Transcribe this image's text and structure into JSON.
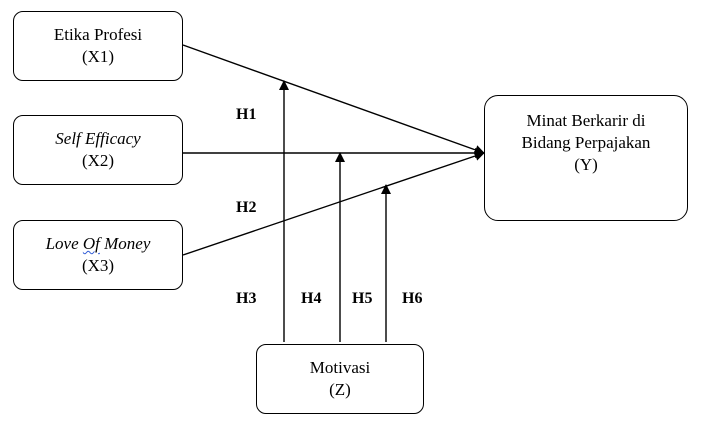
{
  "nodes": {
    "x1": {
      "name": "Etika Profesi",
      "code": "(X1)"
    },
    "x2": {
      "name": "Self Efficacy",
      "code": "(X2)"
    },
    "x3": {
      "name_a": "Love ",
      "name_b": "Of",
      "name_c": " Money",
      "code": "(X3)"
    },
    "y": {
      "line1": "Minat Berkarir di",
      "line2": "Bidang Perpajakan",
      "code": "(Y)"
    },
    "z": {
      "name": "Motivasi",
      "code": "(Z)"
    }
  },
  "hypotheses": {
    "h1": "H1",
    "h2": "H2",
    "h3": "H3",
    "h4": "H4",
    "h5": "H5",
    "h6": "H6"
  }
}
